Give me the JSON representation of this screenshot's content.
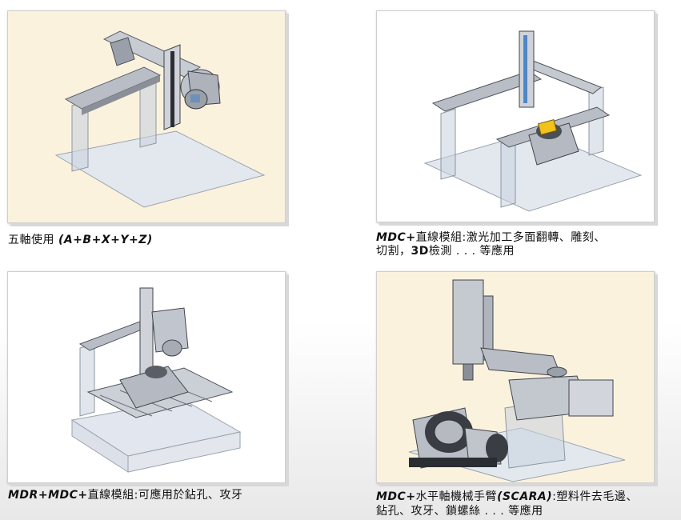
{
  "panels": [
    {
      "id": "five-axis",
      "bg": "#fbf2de",
      "caption_plain": "五軸使用 ",
      "caption_bold": "(A+B+X+Y+Z)",
      "caption_rest": ""
    },
    {
      "id": "mdc-linear",
      "bg": "#ffffff",
      "caption_bold": "MDC+",
      "caption_plain": "直線模組:激光加工多面翻轉、雕刻、",
      "caption_line2_a": "切割，",
      "caption_line2_bold": "3D",
      "caption_line2_b": "檢測 . . . 等應用"
    },
    {
      "id": "mdr-mdc",
      "bg": "#ffffff",
      "caption_bold": "MDR+MDC+",
      "caption_plain": "直線模組:可應用於鉆孔、攻牙"
    },
    {
      "id": "scara",
      "bg": "#fbf2de",
      "caption_bold": "MDC+",
      "caption_plain": "水平軸機械手臂",
      "caption_bold2": "(SCARA)",
      "caption_rest": ":塑料件去毛邊、",
      "caption_line2": "鉆孔、攻牙、鎖螺絲 . . . 等應用"
    }
  ],
  "colors": {
    "metal": "#c9ccd2",
    "metal_dark": "#6b6f77",
    "glass": "#c8d0dc",
    "base_plate": "#dfe4ec",
    "accent_blue": "#4f86c6",
    "yellow_part": "#f2c21b"
  }
}
